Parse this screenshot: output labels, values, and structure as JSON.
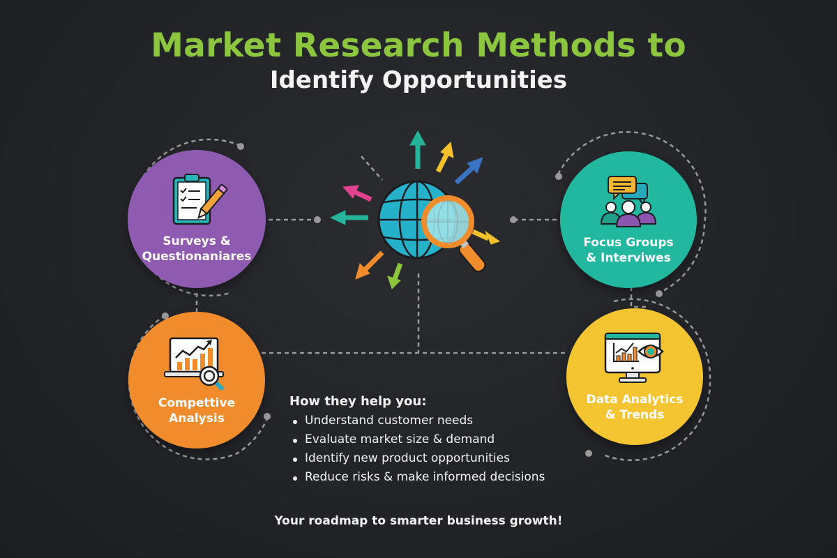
{
  "header": {
    "title": "Market Research Methods to",
    "subtitle": "Identify Opportunities"
  },
  "colors": {
    "background": "#222428",
    "title_green": "#8cc63f",
    "purple": "#8e5bb0",
    "teal": "#22b8a0",
    "orange": "#f08c2c",
    "yellow": "#f4c531",
    "connector": "#9a9a9a"
  },
  "hub": {
    "icon": "globe-with-magnifier-icon",
    "arrows": [
      "teal-up",
      "yellow-up-right",
      "blue-up-right",
      "pink-up-left",
      "teal-left",
      "orange-down-left",
      "green-down",
      "yellow-down-right"
    ]
  },
  "methods": [
    {
      "line1": "Surveys &",
      "line2": "Questionaniares",
      "icon": "clipboard-checklist-icon",
      "color": "#8e5bb0"
    },
    {
      "line1": "Focus Groups",
      "line2": "& Interviwes",
      "icon": "group-chat-icon",
      "color": "#22b8a0"
    },
    {
      "line1": "Compettive",
      "line2": "Analysis",
      "icon": "laptop-chart-magnifier-icon",
      "color": "#f08c2c"
    },
    {
      "line1": "Data Analytics",
      "line2": "& Trends",
      "icon": "monitor-chart-eye-icon",
      "color": "#f4c531"
    }
  ],
  "benefits": {
    "heading": "How they help you:",
    "items": [
      "Understand customer needs",
      "Evaluate market size & demand",
      "Identify new product opportunities",
      "Reduce risks & make informed decisions"
    ]
  },
  "footer": {
    "tagline": "Your roadmap to smarter business growth!"
  }
}
